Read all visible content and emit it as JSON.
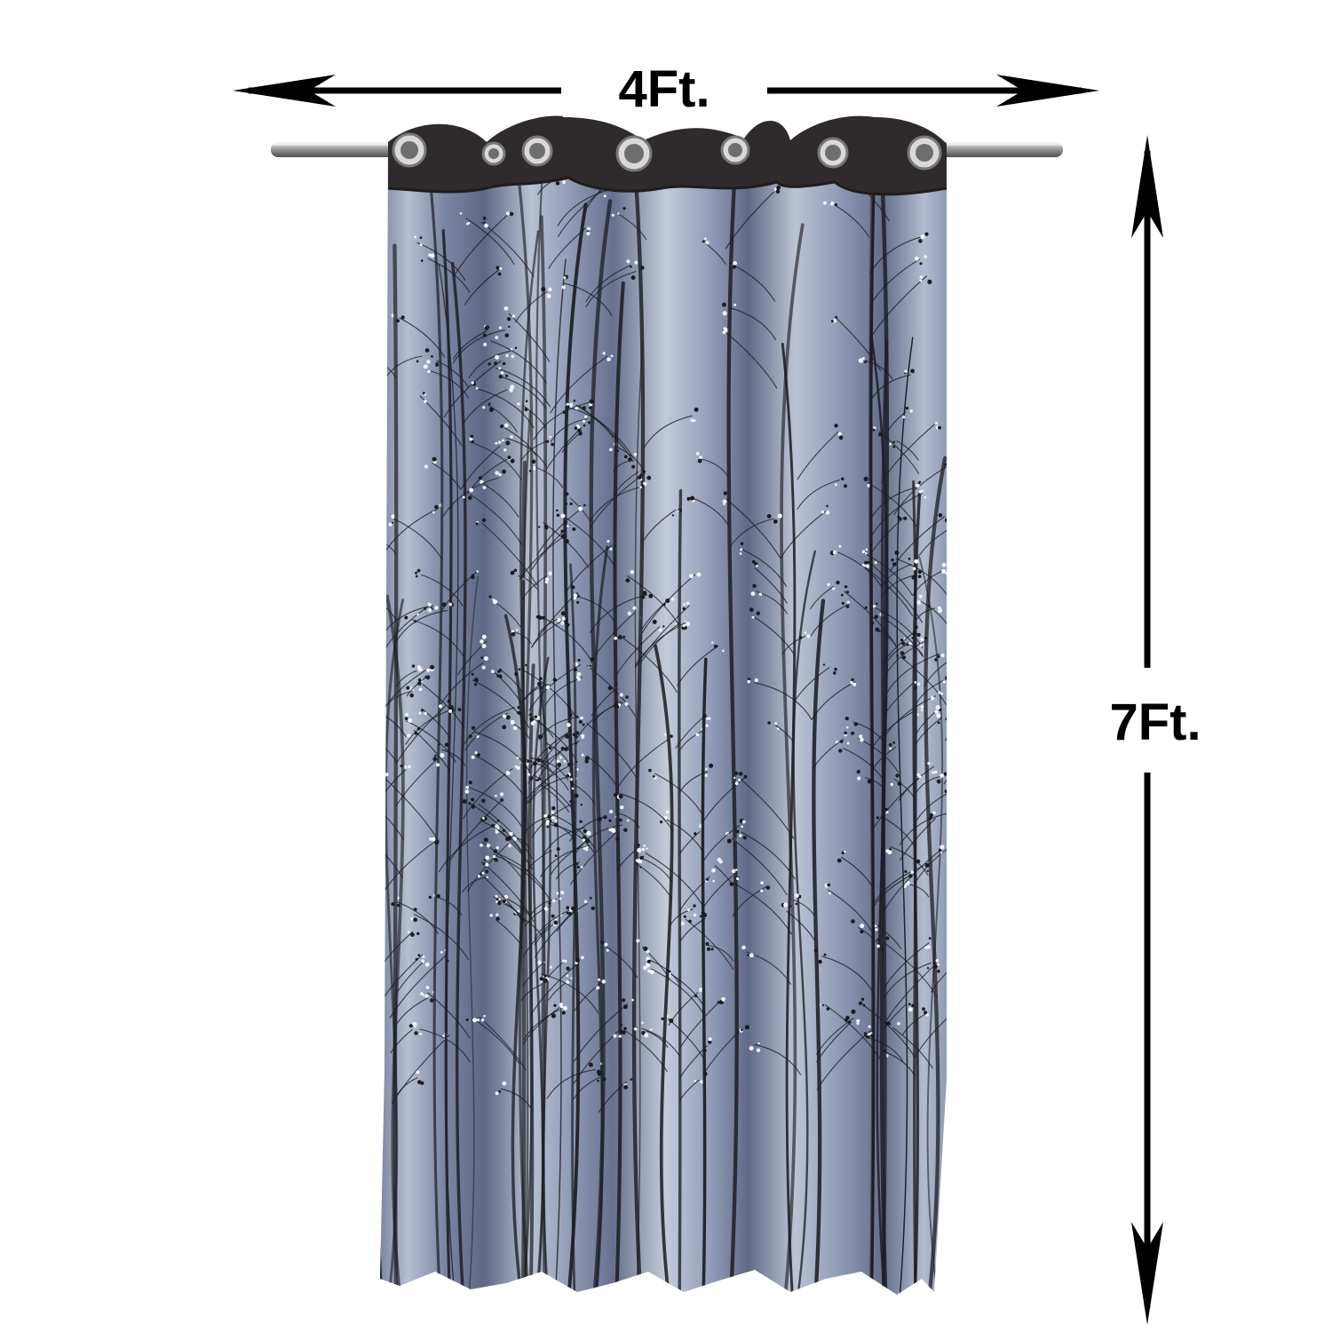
{
  "dimensions": {
    "width_label": "4Ft.",
    "height_label": "7Ft."
  },
  "product": {
    "subject": "eyelet-curtain",
    "grommet_count": 7,
    "pattern": "tree-branches",
    "colors": {
      "fabric": "#8f9bb6",
      "fabric_highlight": "#c3cad9",
      "fabric_shadow": "#5e6884",
      "branch": "#1c1b22",
      "header_band": "#2f2a2c",
      "rod": "#8c8c8c",
      "grommet": "#d9d9d9",
      "arrow": "#000000"
    }
  }
}
